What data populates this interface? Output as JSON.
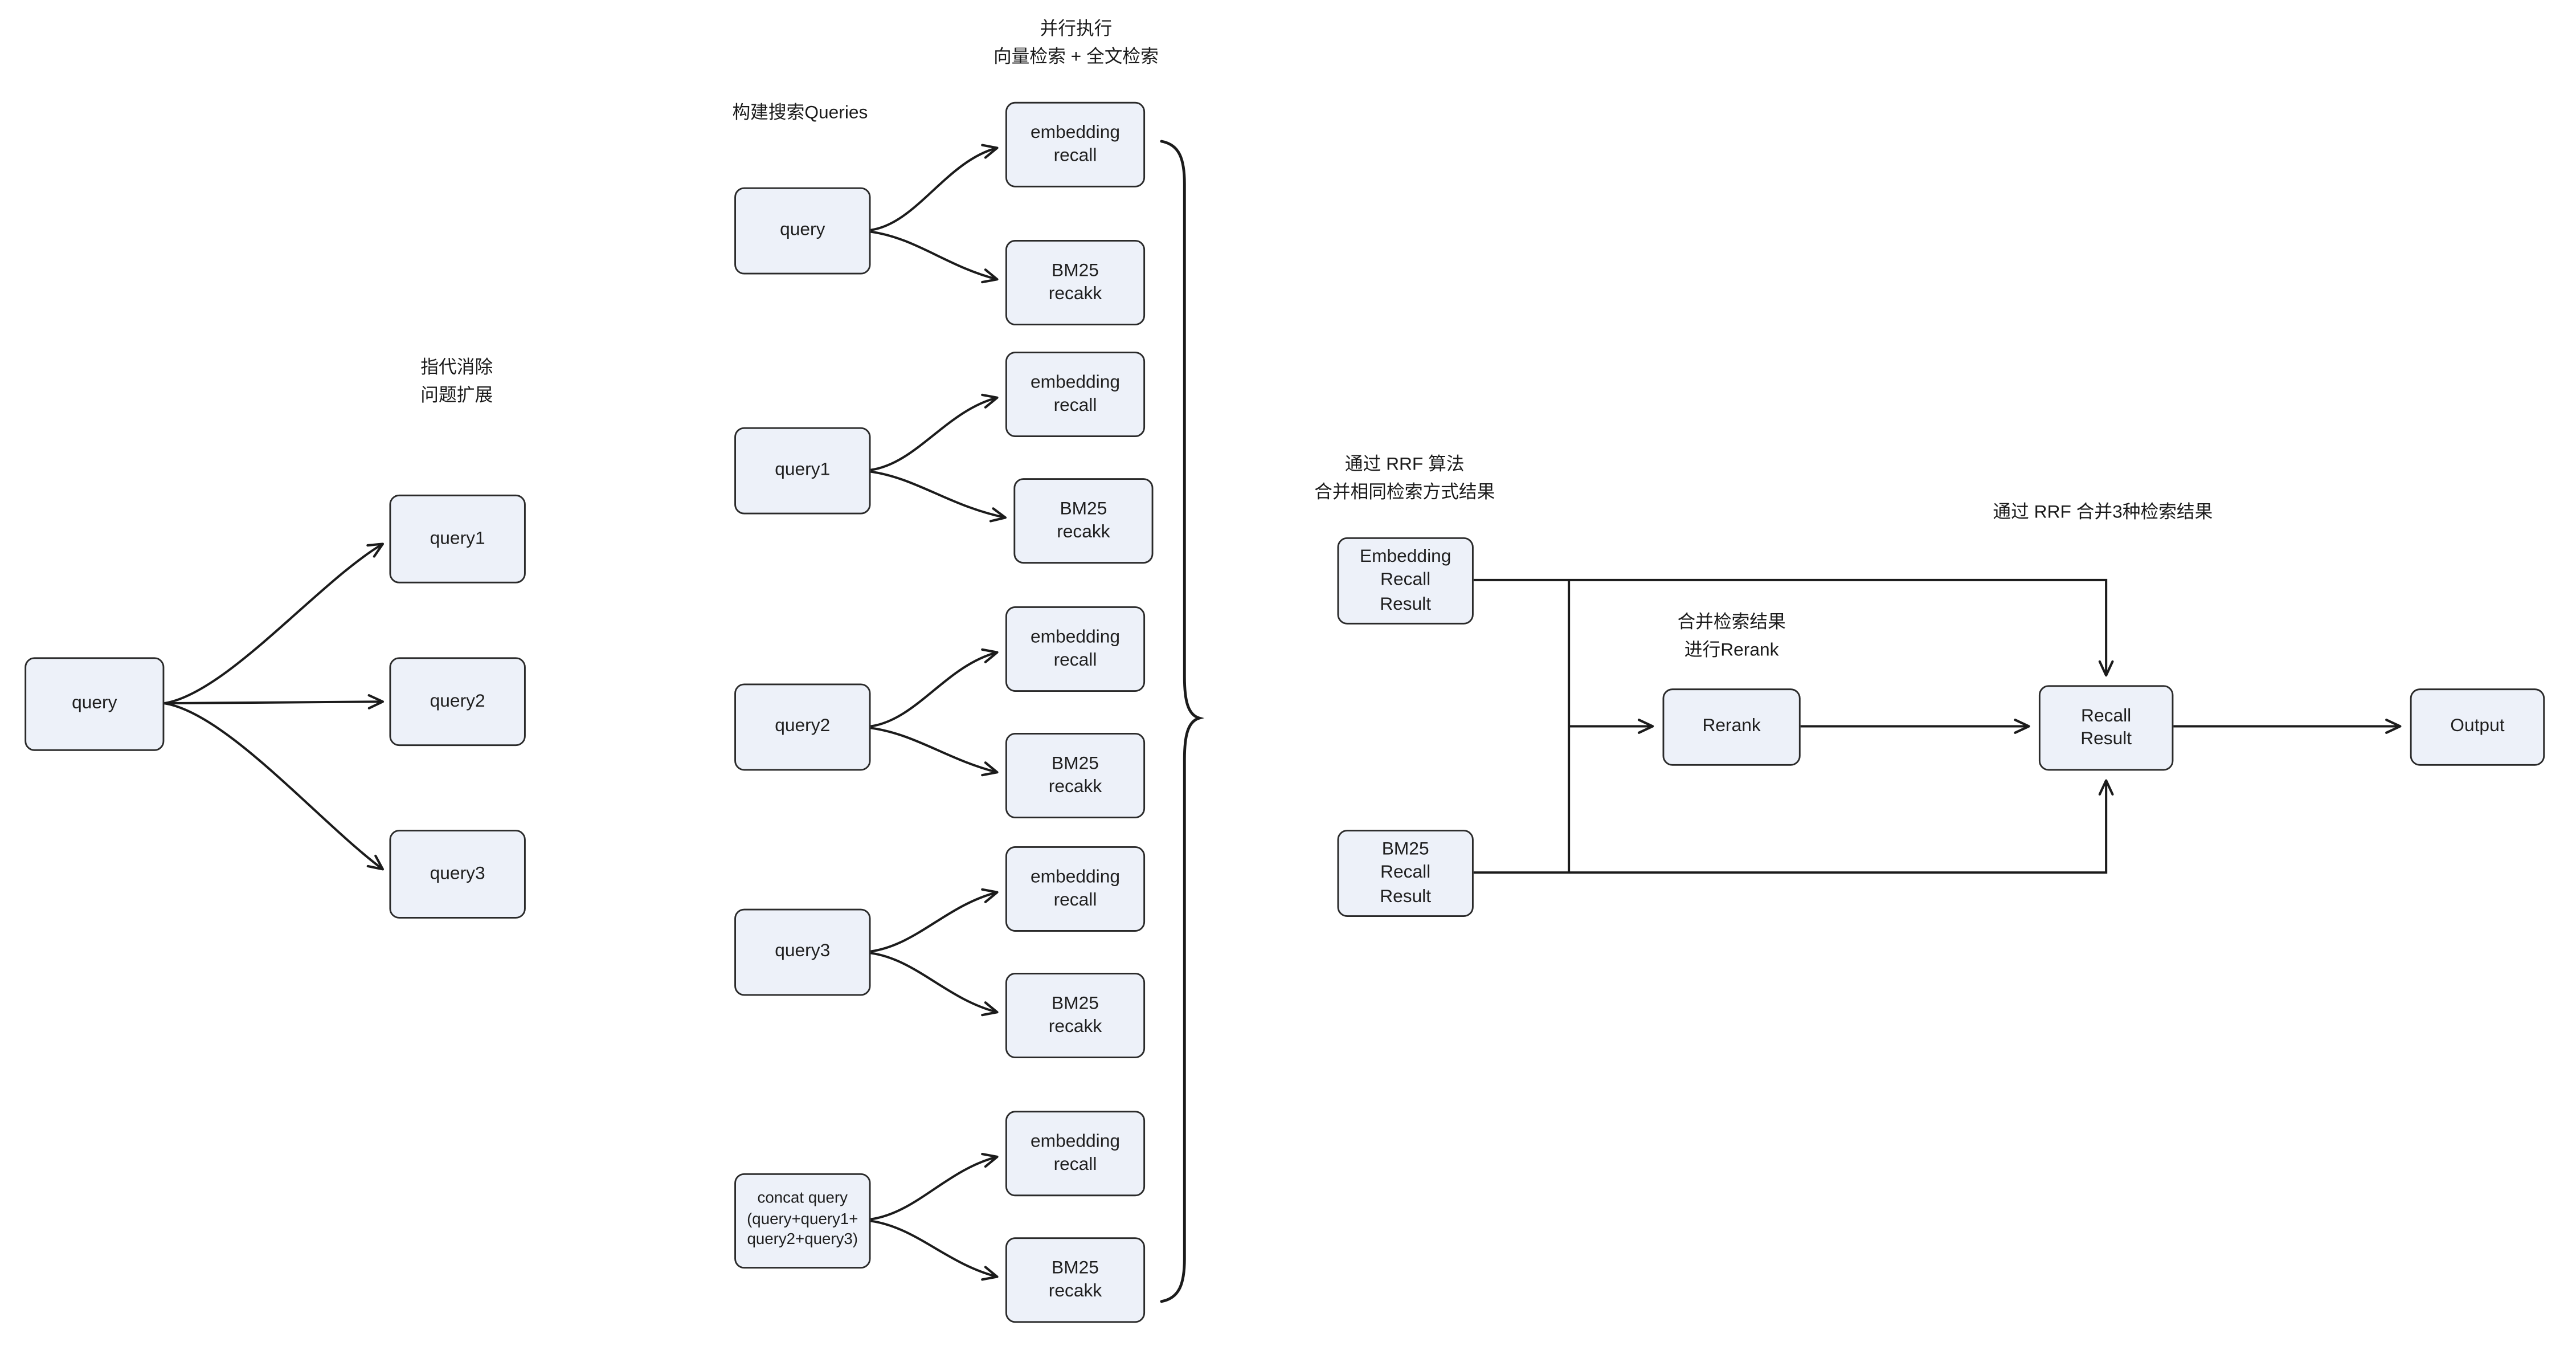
{
  "left": {
    "header": "指代消除\n问题扩展",
    "source": "query",
    "targets": [
      "query1",
      "query2",
      "query3"
    ]
  },
  "middle": {
    "header_build": "构建搜索Queries",
    "header_parallel": "并行执行\n向量检索 + 全文检索",
    "queries": [
      "query",
      "query1",
      "query2",
      "query3",
      "concat query\n(query+query1+\nquery2+query3)"
    ],
    "embedding_label": "embedding\nrecall",
    "bm25_label": "BM25\nrecakk"
  },
  "right": {
    "header_rrf": "通过 RRF 算法\n合并相同检索方式结果",
    "header_rerank": "合并检索结果\n进行Rerank",
    "header_merge": "通过 RRF 合并3种检索结果",
    "embedding_result": "Embedding\nRecall\nResult",
    "bm25_result": "BM25\nRecall\nResult",
    "rerank": "Rerank",
    "recall_result": "Recall\nResult",
    "output": "Output"
  },
  "colors": {
    "node_fill": "#edf1f9",
    "node_border": "#2a2a2a",
    "line": "#1b1b1b",
    "background": "#ffffff"
  }
}
